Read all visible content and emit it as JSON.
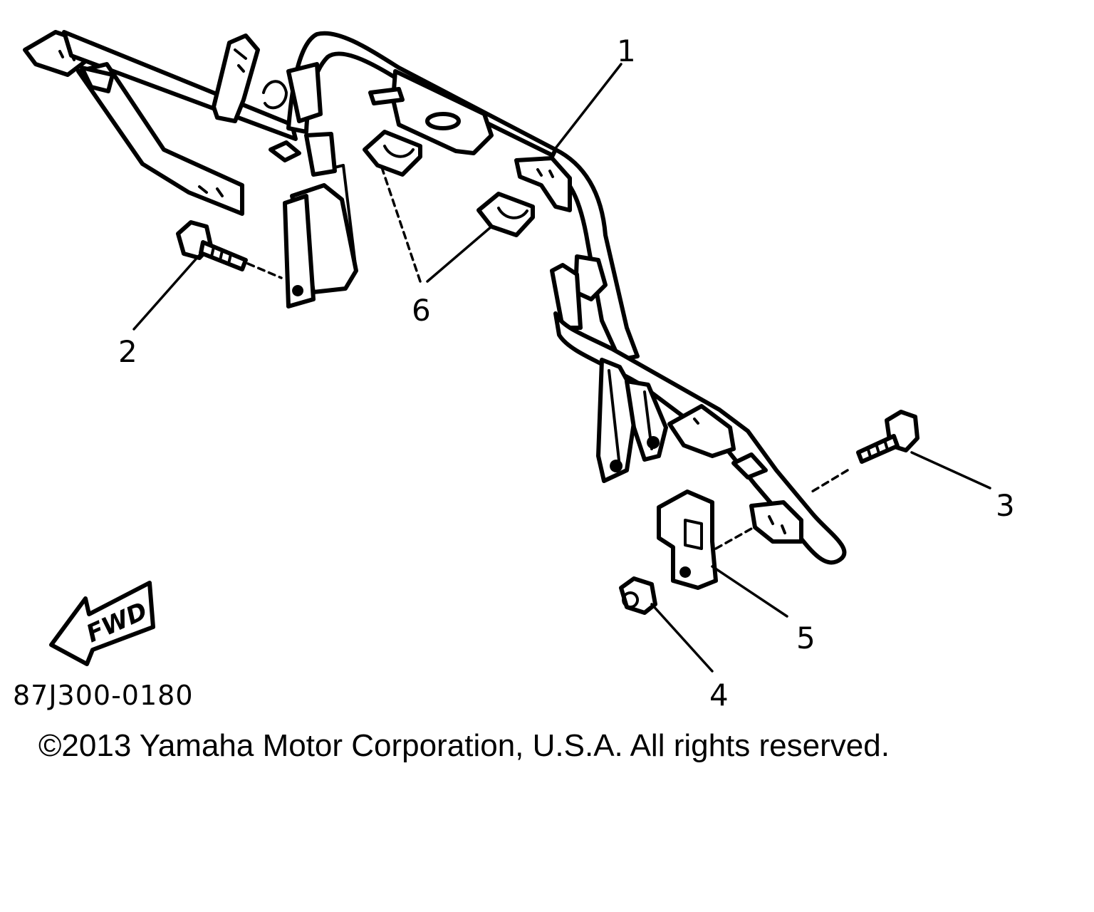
{
  "diagram": {
    "callouts": [
      {
        "id": "1",
        "label": "1"
      },
      {
        "id": "2",
        "label": "2"
      },
      {
        "id": "3",
        "label": "3"
      },
      {
        "id": "4",
        "label": "4"
      },
      {
        "id": "5",
        "label": "5"
      },
      {
        "id": "6",
        "label": "6"
      }
    ],
    "fwd_arrow_text": "FWD",
    "figure_number": "87J300-0180",
    "copyright": "©2013 Yamaha Motor Corporation, U.S.A. All rights reserved."
  },
  "colors": {
    "line": "#000000",
    "background": "#ffffff"
  }
}
